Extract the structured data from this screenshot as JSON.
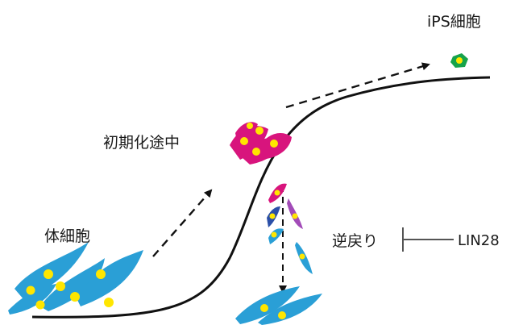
{
  "labels": {
    "ips": "iPS細胞",
    "intermediate": "初期化途中",
    "somatic": "体細胞",
    "reversion": "逆戻り",
    "lin28": "LIN28"
  },
  "colors": {
    "curve": "#111111",
    "somatic_cell": "#2a9fd6",
    "intermediate_cell": "#d8147d",
    "intermediate_cell_alt": "#a24bb8",
    "dark_blue_cell": "#2b4fa8",
    "nucleus": "#ffe600",
    "ips_outer": "#16a34a",
    "ips_inner": "#ffe600"
  },
  "icons": [
    "somatic-cell-icon",
    "intermediate-cell-icon",
    "ips-cell-icon",
    "arrow-icon",
    "inhibition-bar-icon"
  ]
}
